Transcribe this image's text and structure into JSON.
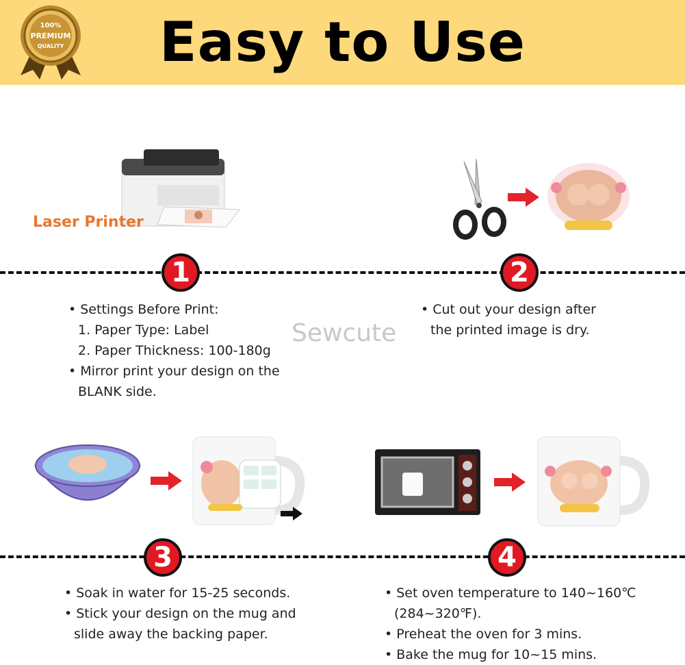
{
  "header": {
    "title": "Easy to Use",
    "badge": {
      "top": "100%",
      "middle": "PREMIUM",
      "bottom": "QUALITY"
    }
  },
  "watermark": "Sewcute",
  "step1": {
    "number": "1",
    "printer_label": "Laser Printer",
    "lines": [
      "• Settings Before Print:",
      "1. Paper Type: Label",
      "2. Paper Thickness: 100-180g",
      "• Mirror print your design on the",
      "BLANK side."
    ]
  },
  "step2": {
    "number": "2",
    "lines": [
      "• Cut out your design after",
      "the printed image is dry."
    ]
  },
  "step3": {
    "number": "3",
    "lines": [
      "• Soak in water for 15-25 seconds.",
      "• Stick your design on the mug and",
      "slide away the backing paper."
    ]
  },
  "step4": {
    "number": "4",
    "lines": [
      "• Set oven temperature to 140~160℃",
      "(284~320℉).",
      "• Preheat the oven for 3 mins.",
      "• Bake the mug for 10~15 mins."
    ]
  },
  "colors": {
    "header_bg": "#fdd97c",
    "number_bg": "#e01923",
    "arrow": "#e2232a",
    "laser_text": "#e8772e"
  }
}
